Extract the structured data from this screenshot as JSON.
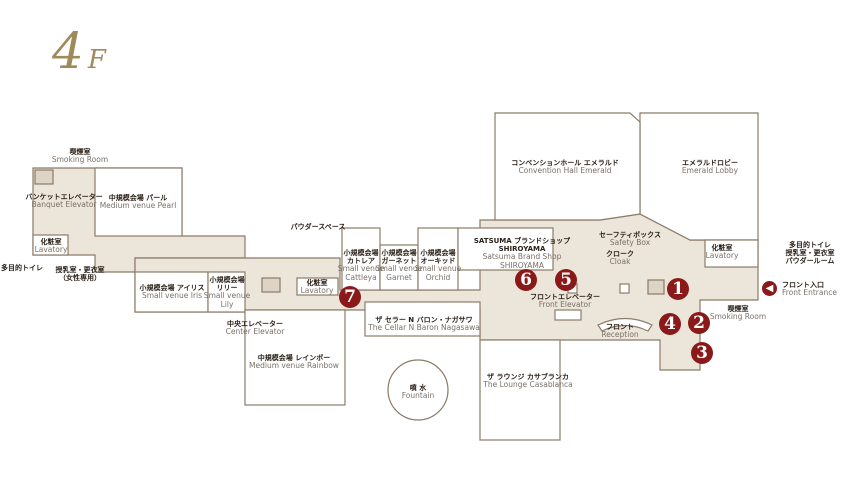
{
  "floor": {
    "number": "4",
    "suffix": "F"
  },
  "colors": {
    "floor": "#ece5da",
    "wall": "#8b7b68",
    "marker": "#8a1a1a",
    "title": "#a08a5a"
  },
  "labels": {
    "smoking_left": {
      "jp": "喫煙室",
      "en": "Smoking Room"
    },
    "banquet_elev": {
      "jp": "バンケットエレベーター",
      "en": "Banquet Elevator"
    },
    "pearl": {
      "jp": "中規模会場 パール",
      "en": "Medium venue Pearl"
    },
    "lav_left": {
      "jp": "化粧室",
      "en": "Lavatory"
    },
    "multi_left": {
      "jp": "多目的トイレ"
    },
    "nursing_left": {
      "jp": "授乳室・更衣室",
      "jp2": "（女性専用）"
    },
    "iris": {
      "jp": "小規模会場 アイリス",
      "en": "Small venue Iris"
    },
    "lily": {
      "jp": "小規模会場",
      "jp2": "リリー",
      "en": "Small venue",
      "en2": "Lily"
    },
    "center_elev": {
      "jp": "中央エレベーター",
      "en": "Center Elevator"
    },
    "rainbow": {
      "jp": "中規模会場 レインボー",
      "en": "Medium venue Rainbow"
    },
    "powder_space": {
      "jp": "パウダースペース"
    },
    "lav_mid": {
      "jp": "化粧室",
      "en": "Lavatory"
    },
    "cattleya": {
      "jp": "小規模会場",
      "jp2": "カトレア",
      "en": "Small venue",
      "en2": "Cattleya"
    },
    "garnet": {
      "jp": "小規模会場",
      "jp2": "ガーネット",
      "en": "Small venue",
      "en2": "Garnet"
    },
    "orchid": {
      "jp": "小規模会場",
      "jp2": "オーキッド",
      "en": "Small venue",
      "en2": "Orchid"
    },
    "cellar": {
      "jp": "ザ セラー N バロン・ナガサワ",
      "en": "The Cellar N  Baron Nagasawa"
    },
    "fountain": {
      "jp": "噴 水",
      "en": "Fountain"
    },
    "lounge": {
      "jp": "ザ ラウンジ カサブランカ",
      "en": "The Lounge Casablanca"
    },
    "convention": {
      "jp": "コンベンションホール エメラルド",
      "en": "Convention Hall Emerald"
    },
    "emerald_lobby": {
      "jp": "エメラルドロビー",
      "en": "Emerald Lobby"
    },
    "satsuma": {
      "jp": "SATSUMA ブランドショップ",
      "jp2": "SHIROYAMA",
      "en": "Satsuma Brand Shop",
      "en2": "SHIROYAMA"
    },
    "safety_box": {
      "jp": "セーフティボックス",
      "en": "Safety Box"
    },
    "cloak": {
      "jp": "クローク",
      "en": "Cloak"
    },
    "front_elev": {
      "jp": "フロントエレベーター",
      "en": "Front Elevator"
    },
    "reception": {
      "jp": "フロント",
      "en": "Reception"
    },
    "lav_right": {
      "jp": "化粧室",
      "en": "Lavatory"
    },
    "multi_right": {
      "jp": "多目的トイレ",
      "jp2": "授乳室・更衣室",
      "jp3": "パウダールーム"
    },
    "smoking_right": {
      "jp": "喫煙室",
      "en": "Smoking Room"
    },
    "entrance": {
      "jp": "フロント入口",
      "en": "Front Entrance"
    }
  },
  "markers": [
    "1",
    "2",
    "3",
    "4",
    "5",
    "6",
    "7"
  ]
}
